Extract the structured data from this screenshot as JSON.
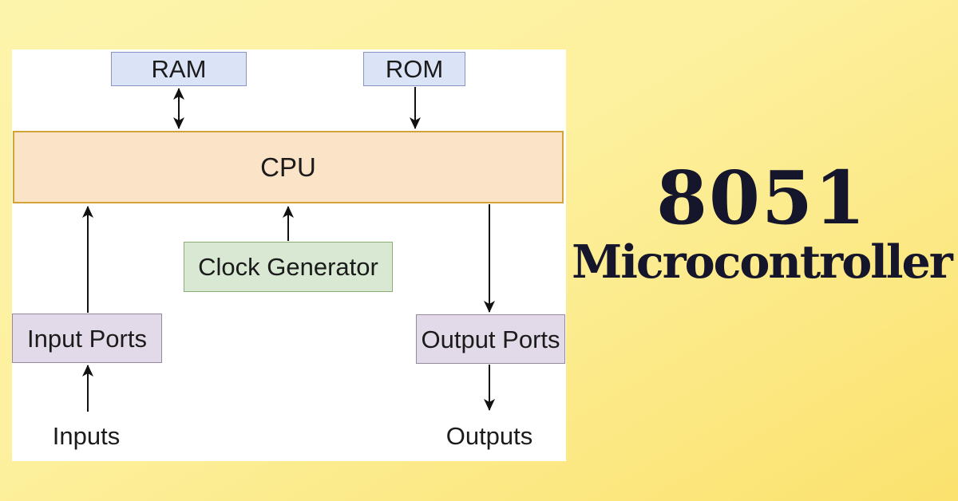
{
  "title": {
    "model": "8051",
    "device": "Microcontroller"
  },
  "diagram": {
    "blocks": {
      "ram": {
        "label": "RAM"
      },
      "rom": {
        "label": "ROM"
      },
      "cpu": {
        "label": "CPU"
      },
      "clock_generator": {
        "label": "Clock Generator"
      },
      "input_ports": {
        "label": "Input Ports"
      },
      "output_ports": {
        "label": "Output Ports"
      }
    },
    "external_labels": {
      "inputs": "Inputs",
      "outputs": "Outputs"
    },
    "connections": [
      {
        "from": "ram",
        "to": "cpu",
        "type": "bidirectional-arrow"
      },
      {
        "from": "rom",
        "to": "cpu",
        "type": "arrow"
      },
      {
        "from": "clock_generator",
        "to": "cpu",
        "type": "arrow"
      },
      {
        "from": "input_ports",
        "to": "cpu",
        "type": "arrow"
      },
      {
        "from": "cpu",
        "to": "output_ports",
        "type": "arrow"
      },
      {
        "from": "inputs",
        "to": "input_ports",
        "type": "arrow"
      },
      {
        "from": "output_ports",
        "to": "outputs",
        "type": "arrow"
      }
    ]
  },
  "colors": {
    "background_gradient_start": "#fdf4ac",
    "background_gradient_end": "#fbe26e",
    "panel_background": "#ffffff",
    "ram_rom_fill": "#dbe4f6",
    "ram_rom_border": "#8794c4",
    "cpu_fill": "#fbe3c8",
    "cpu_border": "#d2a336",
    "clock_fill": "#d9e8d3",
    "clock_border": "#8bae74",
    "ports_fill": "#e2dae8",
    "ports_border": "#95889f",
    "arrow": "#111111",
    "title_text": "#15152b",
    "label_text": "#1b1b1b"
  }
}
